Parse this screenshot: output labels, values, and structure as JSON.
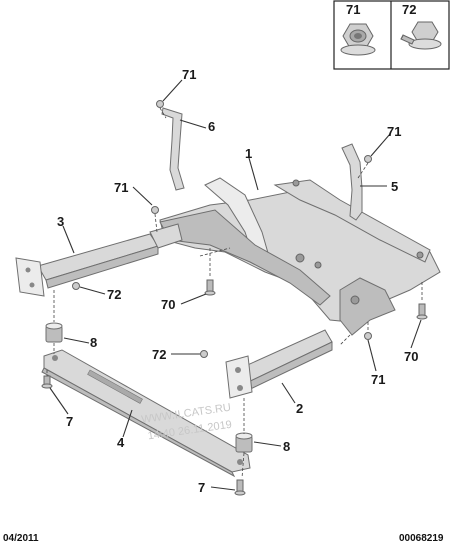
{
  "legend": {
    "items": [
      {
        "ref": "71",
        "icon": "flange-nut-icon"
      },
      {
        "ref": "72",
        "icon": "flange-bolt-icon"
      }
    ]
  },
  "callouts": {
    "c1": "1",
    "c2": "2",
    "c3": "3",
    "c4": "4",
    "c5": "5",
    "c6": "6",
    "c7a": "7",
    "c7b": "7",
    "c8a": "8",
    "c8b": "8",
    "c70a": "70",
    "c70b": "70",
    "c71a": "71",
    "c71b": "71",
    "c71c": "71",
    "c71d": "71",
    "c72a": "72",
    "c72b": "72"
  },
  "watermark": {
    "line1": "WWW.ILCATS.RU",
    "line2": "14:40 26.11.2019"
  },
  "footer": {
    "date": "04/2011",
    "code": "00068219"
  },
  "colors": {
    "metal": "#d9d9d9",
    "metal_dark": "#bdbdbd",
    "outline": "#6f6f6f",
    "text": "#1a1a1a"
  }
}
